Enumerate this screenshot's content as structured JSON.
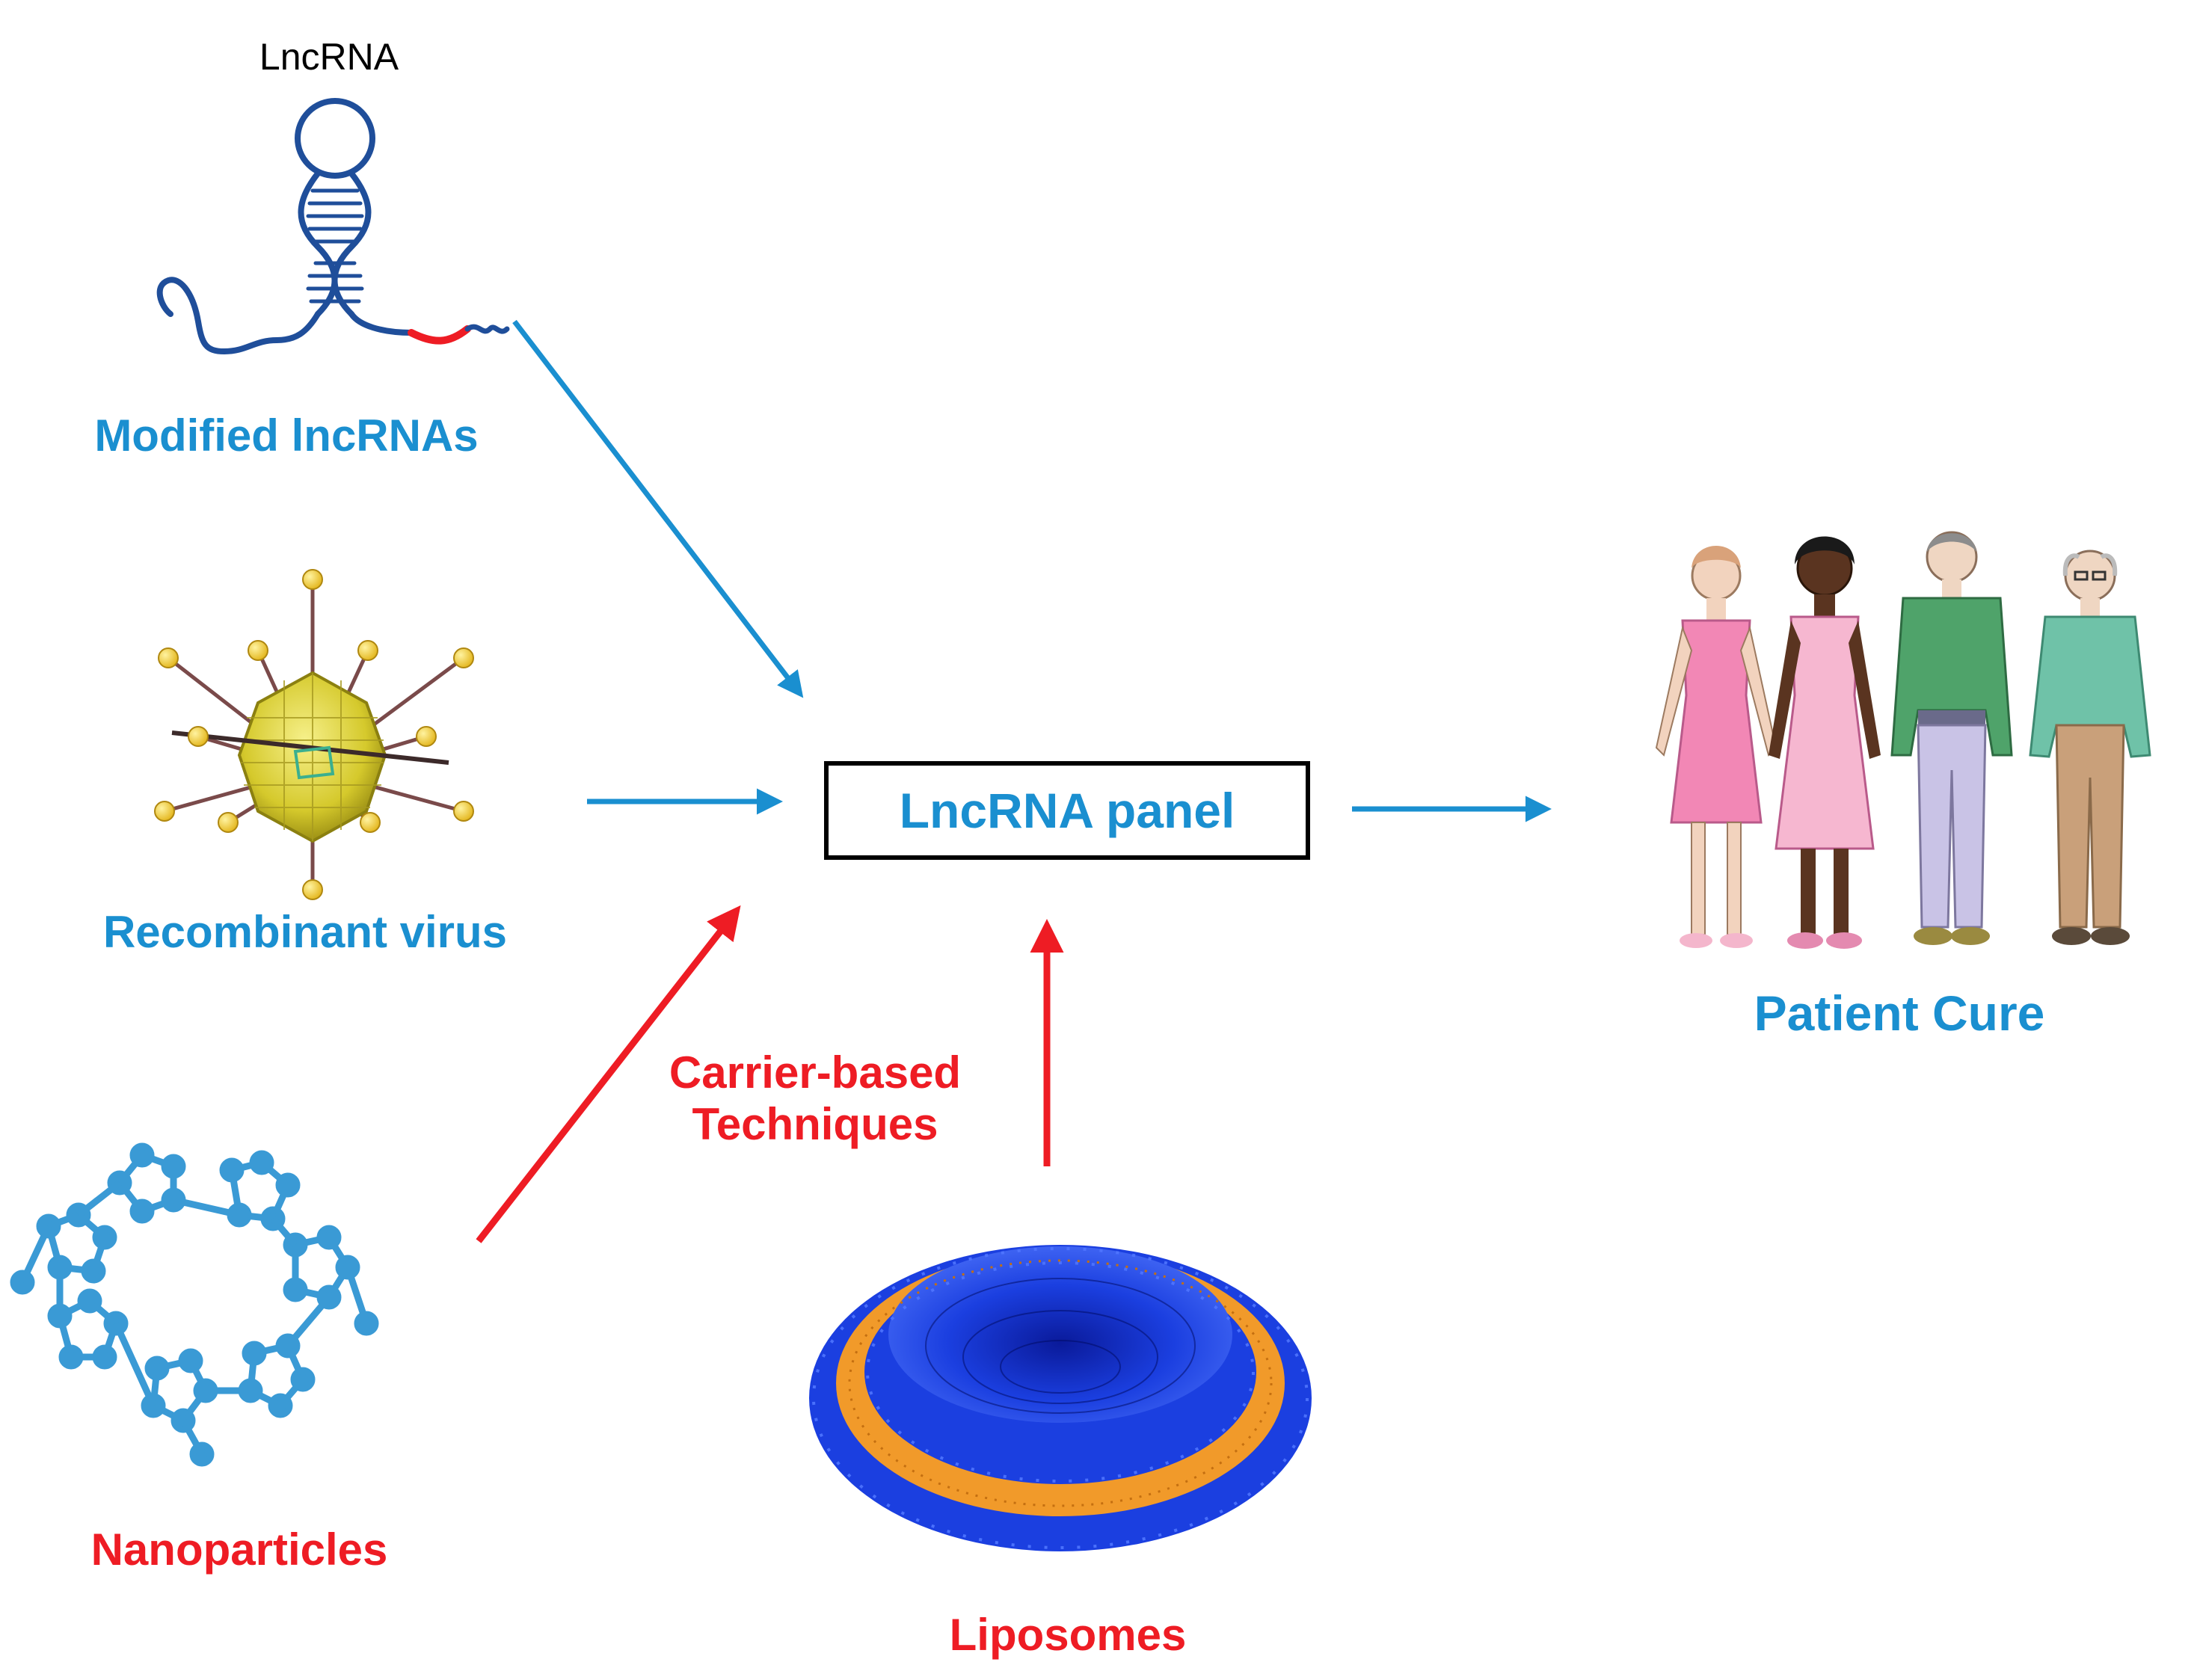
{
  "labels": {
    "lncrna_structure": "LncRNA",
    "modified": "Modified lncRNAs",
    "recombinant": "Recombinant virus",
    "nanoparticles": "Nanoparticles",
    "liposomes": "Liposomes",
    "carrier_line1": "Carrier-based",
    "carrier_line2": "Techniques",
    "panel": "LncRNA panel",
    "cure": "Patient Cure"
  },
  "colors": {
    "blue": "#1A8FD0",
    "red": "#EE1C24",
    "rna_strand": "#1F4E9A",
    "virus_core": "#D8D03A",
    "nano_node": "#3A9AD5",
    "lipo_blue": "#1B3FE0",
    "lipo_orange": "#F19A2A"
  },
  "icons": [
    "lncrna-structure-icon",
    "virus-icon",
    "nanoparticle-icon",
    "liposome-icon",
    "patients-icon"
  ]
}
